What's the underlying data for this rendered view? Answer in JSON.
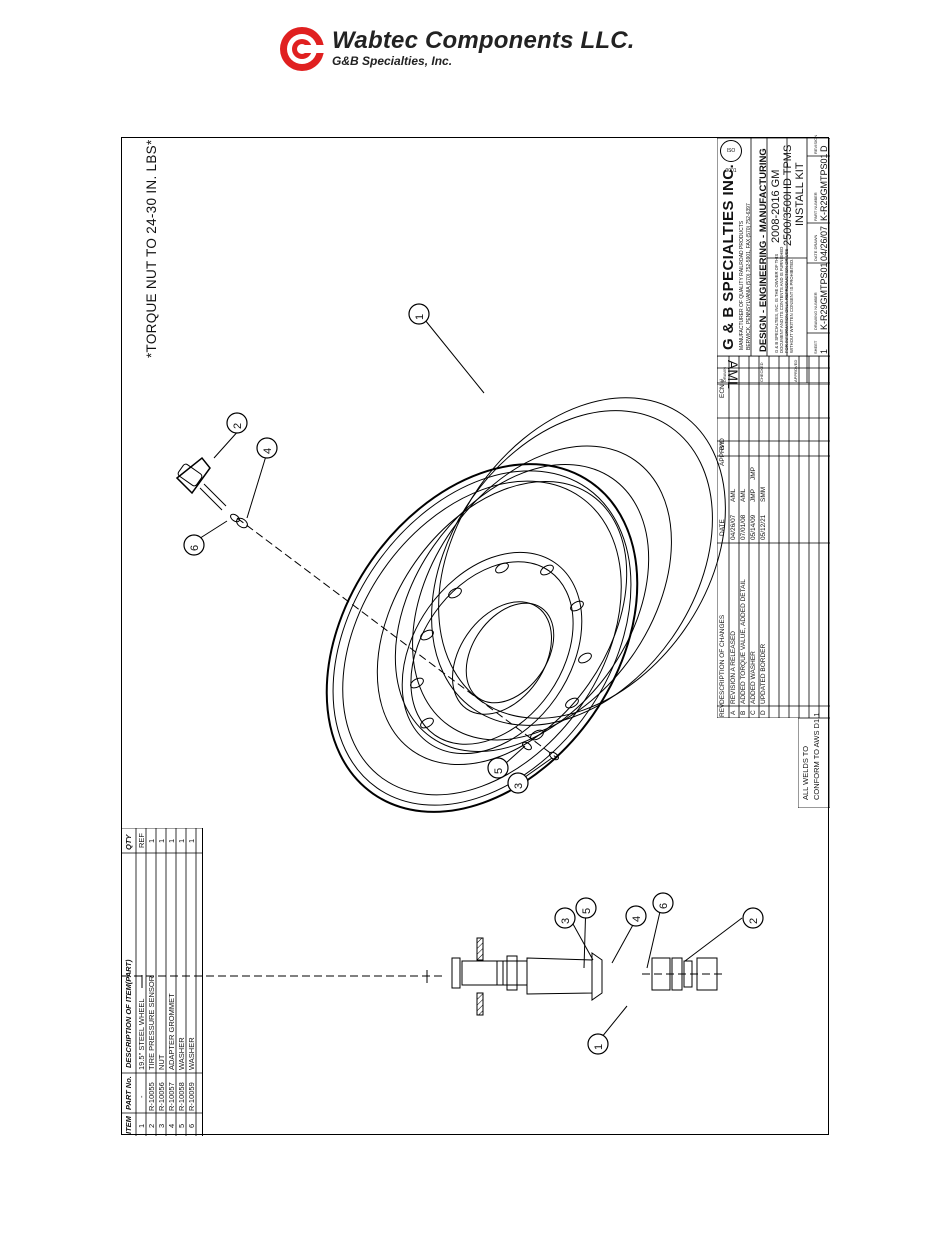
{
  "header": {
    "company": "Wabtec Components LLC.",
    "subsidiary": "G&B Specialties, Inc."
  },
  "drawing": {
    "torque_note": "*TORQUE NUT TO 24-30 IN. LBS*",
    "balloons": {
      "wheel": "1",
      "sensor": "2",
      "nut": "3",
      "grommet": "4",
      "washer_a": "5",
      "washer_b": "6"
    },
    "weld_note_line1": "ALL WELDS TO",
    "weld_note_line2": "CONFORM TO AWS D1.1"
  },
  "parts_list": {
    "headers": [
      "ITEM",
      "PART No.",
      "DESCRIPTION OF ITEM(PART)",
      "QTY"
    ],
    "rows": [
      [
        "1",
        "-",
        "19.5\" STEEL WHEEL",
        "REF"
      ],
      [
        "2",
        "R-10055",
        "TIRE PRESSURE SENSOR",
        "1"
      ],
      [
        "3",
        "R-10056",
        "NUT",
        "1"
      ],
      [
        "4",
        "R-10057",
        "ADAPTER GROMMET",
        "1"
      ],
      [
        "5",
        "R-10058",
        "WASHER",
        "1"
      ],
      [
        "6",
        "R-10059",
        "WASHER",
        "1"
      ]
    ]
  },
  "revisions": {
    "headers": [
      "REV",
      "DESCRIPTION OF CHANGES",
      "DATE",
      "BY",
      "APPRV'D",
      "ECN #"
    ],
    "rows": [
      [
        "A",
        "REVISION A RELEASED",
        "04/26/07",
        "AML",
        "",
        ""
      ],
      [
        "B",
        "ADDED TORQUE VALUE, ADDED DETAIL",
        "07/01/08",
        "AML",
        "",
        ""
      ],
      [
        "C",
        "ADDED WASHER",
        "05/14/09",
        "JMP",
        "JMP",
        ""
      ],
      [
        "D",
        "UPDATED BORDER",
        "05/12/21",
        "SMM",
        "",
        ""
      ]
    ]
  },
  "title_block": {
    "company": "G & B SPECIALTIES INC.",
    "badge": "ISO 9001",
    "subline1": "MANUFACTURER OF QUALITY RAILROAD PRODUCTS",
    "subline2": "BERWICK, PENNSYLVANIA (570) 752-5901, FAX (570) 752-6397",
    "disciplines": "DESIGN - ENGINEERING - MANUFACTURING",
    "legal1": "G & B SPECIALTIES, INC. IS THE OWNER OF THIS",
    "legal2": "DOCUMENT AND ITS CONTENTS AND IS FURNISHED",
    "legal3": "FOR INFORMATION ONLY. REPRODUCTION OR USE",
    "legal4": "WITHOUT WRITTEN CONSENT IS PROHIBITED.",
    "drawn_label": "DRAWN",
    "drawn_value": "AML",
    "checked_label": "CHECKED",
    "approved_label": "APPROVED",
    "title1": "2008-2016 GM",
    "title2": "2500/3500HD TPMS",
    "title3": "INSTALL KIT",
    "sheet_label": "SHEET",
    "sheet_value": "1",
    "drawing_number_label": "DRAWING NUMBER",
    "drawing_number": "K-R29GMTPS01",
    "date_label": "DATE DRAWN",
    "date_value": "04/26/07",
    "part_number_label": "PART NUMBER",
    "part_number": "K-R29GMTPS01",
    "revision_label": "REVISION",
    "revision_value": "D"
  }
}
